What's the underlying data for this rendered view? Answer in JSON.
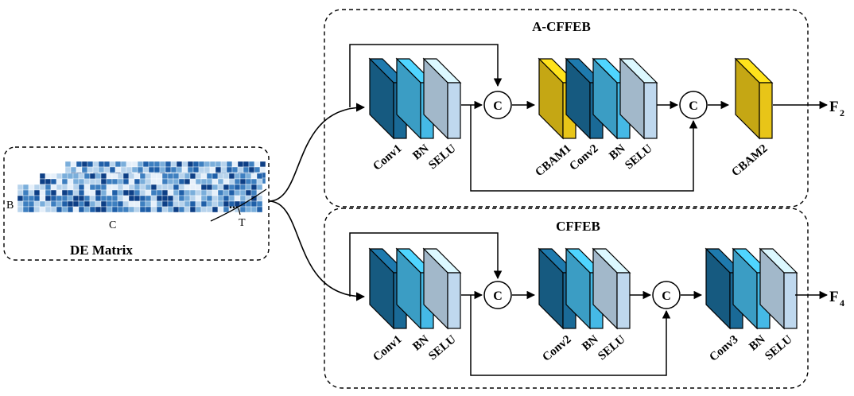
{
  "input": {
    "title": "DE Matrix",
    "dim_b": "B",
    "dim_c": "C",
    "dim_t": "T",
    "ellipsis": "..."
  },
  "top_block": {
    "title": "A-CFFEB",
    "labels": [
      "Conv1",
      "BN",
      "SELU",
      "CBAM1",
      "Conv2",
      "BN",
      "SELU",
      "CBAM2"
    ],
    "concat": "C",
    "output": "F",
    "output_sub": "2"
  },
  "bottom_block": {
    "title": "CFFEB",
    "labels": [
      "Conv1",
      "BN",
      "SELU",
      "Conv2",
      "BN",
      "SELU",
      "Conv3",
      "BN",
      "SELU"
    ],
    "concat": "C",
    "output": "F",
    "output_sub": "4"
  },
  "colors": {
    "conv": "#1a6a97",
    "bn": "#45b9e6",
    "selu": "#bfd8ee",
    "cbam": "#e8c518",
    "matrix_dark": "#0d3f86",
    "matrix_light": "#e6f0fa"
  }
}
